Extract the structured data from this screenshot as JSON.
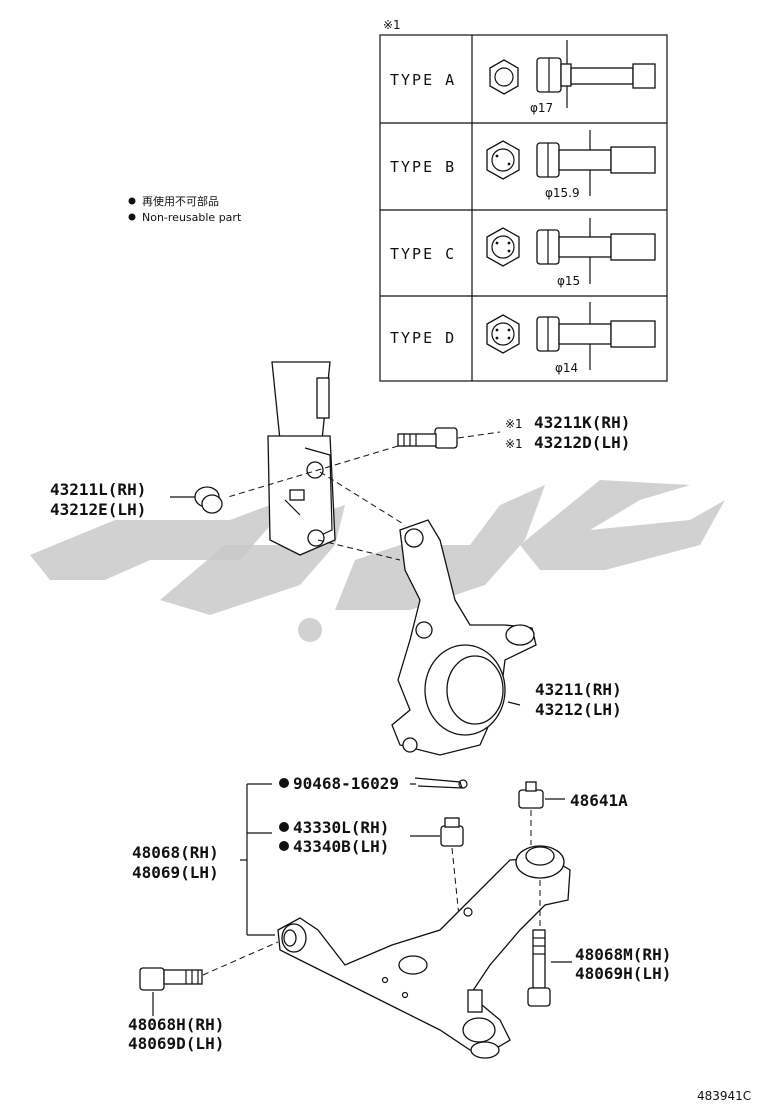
{
  "type_table": {
    "note_mark": "※1",
    "rows": [
      {
        "label": "TYPE A",
        "dim": "φ17"
      },
      {
        "label": "TYPE B",
        "dim": "φ15.9"
      },
      {
        "label": "TYPE C",
        "dim": "φ15"
      },
      {
        "label": "TYPE D",
        "dim": "φ14"
      }
    ]
  },
  "legend": {
    "jp": "再使用不可部品",
    "en": "Non-reusable part"
  },
  "parts": {
    "bolt_note_rh": "※1",
    "bolt_note_lh": "※1",
    "bolt_rh": "43211K(RH)",
    "bolt_lh": "43212D(LH)",
    "nut_rh": "43211L(RH)",
    "nut_lh": "43212E(LH)",
    "knuckle_rh": "43211(RH)",
    "knuckle_lh": "43212(LH)",
    "cotter_pin": "90468-16029",
    "castle_nut_rh": "43330L(RH)",
    "castle_nut_lh": "43340B(LH)",
    "arm_rh": "48068(RH)",
    "arm_lh": "48069(LH)",
    "top_bolt": "48641A",
    "rear_bolt_rh": "48068M(RH)",
    "rear_bolt_lh": "48069H(LH)",
    "front_bolt_rh": "48068H(RH)",
    "front_bolt_lh": "48069D(LH)"
  },
  "diagram_id": "483941C",
  "colors": {
    "line": "#111111",
    "watermark": "#c9c9c9"
  }
}
